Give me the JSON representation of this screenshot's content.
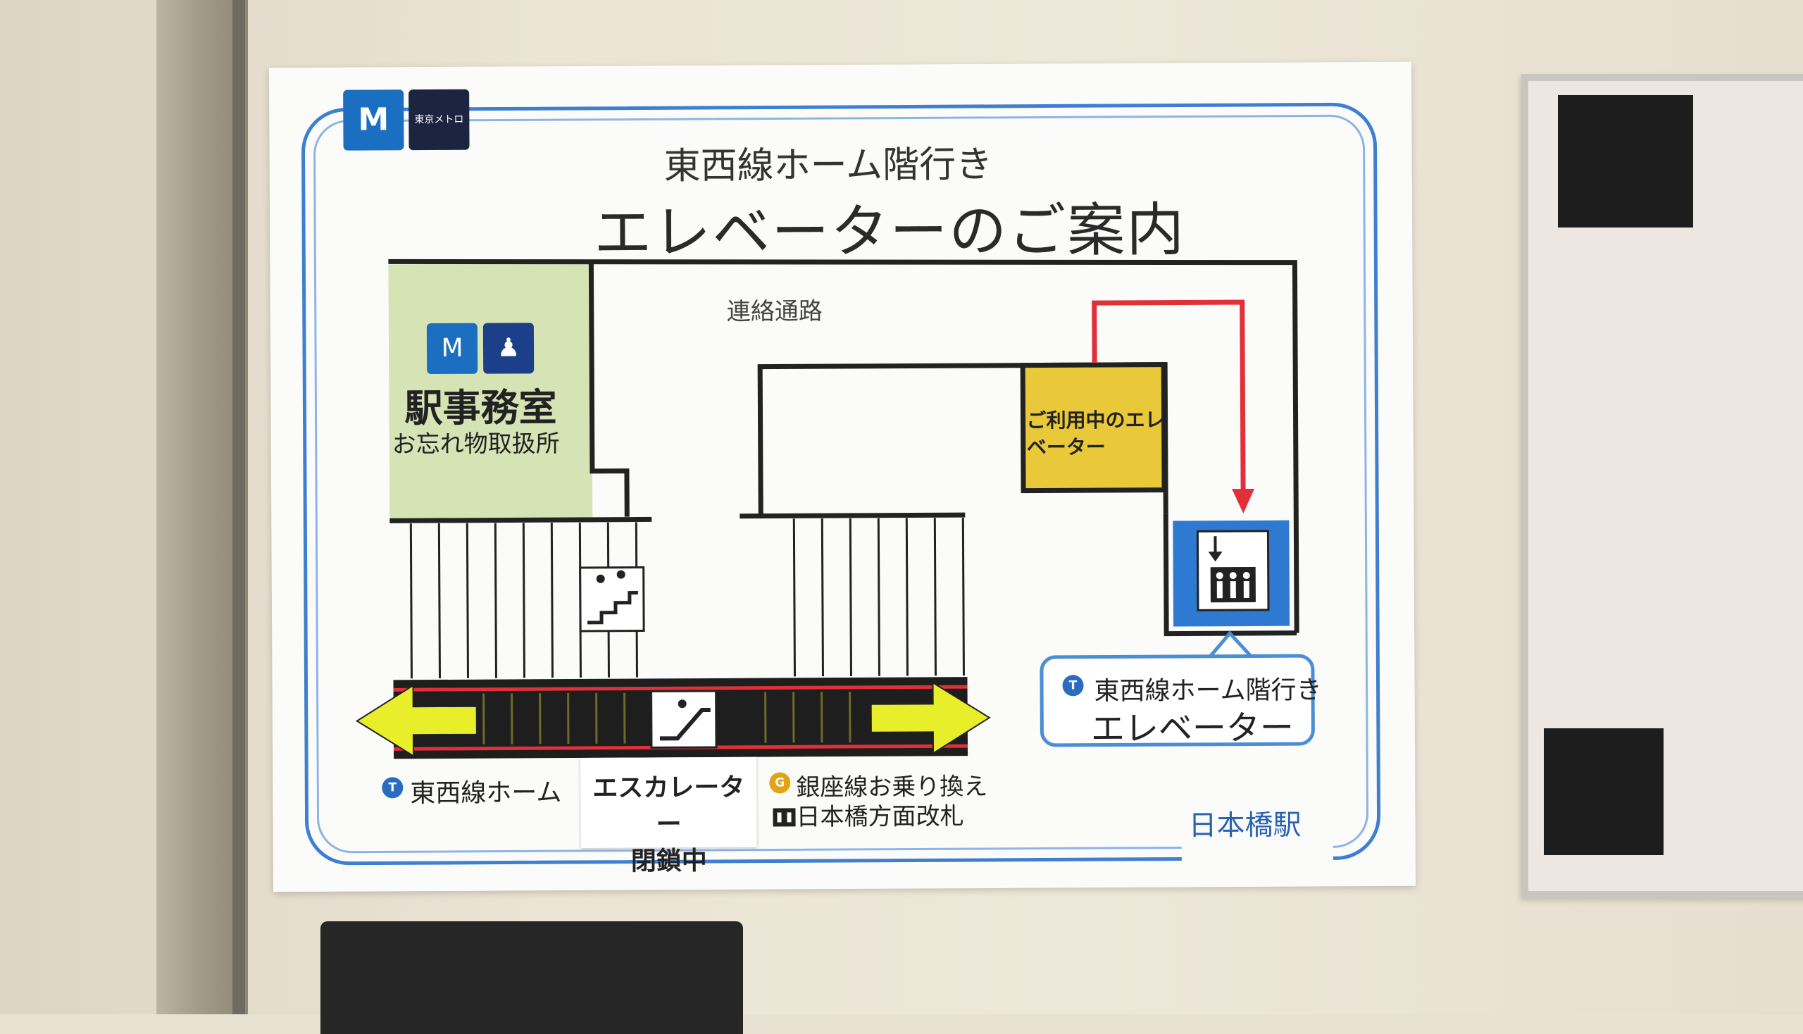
{
  "poster": {
    "logo_symbol": "M",
    "logo_wordmark": "東京メトロ",
    "subtitle": "東西線ホーム階行き",
    "title": "エレベーターのご案内",
    "passage_label": "連絡通路",
    "office": {
      "title": "駅事務室",
      "subtitle": "お忘れ物取扱所",
      "icons": [
        "metro-logo-icon",
        "station-staff-icon"
      ]
    },
    "elevator_in_use_label": "ご利用中のエレベーター",
    "callout": {
      "line_badge": "T",
      "line1": "東西線ホーム階行き",
      "line2": "エレベーター"
    },
    "platform_label": "東西線ホーム",
    "platform_badge": "T",
    "escalator_note": {
      "line1": "エスカレーター",
      "line2": "閉鎖中"
    },
    "ginza_badge": "G",
    "ginza_transfer": "銀座線お乗り換え",
    "gate_label": "日本橋方面改札",
    "station_name": "日本橋駅",
    "colors": {
      "metro_blue": "#1a6fc0",
      "office_green": "#d6e3b5",
      "elevator_yellow": "#e9c93a",
      "route_red": "#e0303a",
      "arrow_yellow": "#e8ee2a",
      "frame_blue": "#3f7fd0"
    }
  }
}
